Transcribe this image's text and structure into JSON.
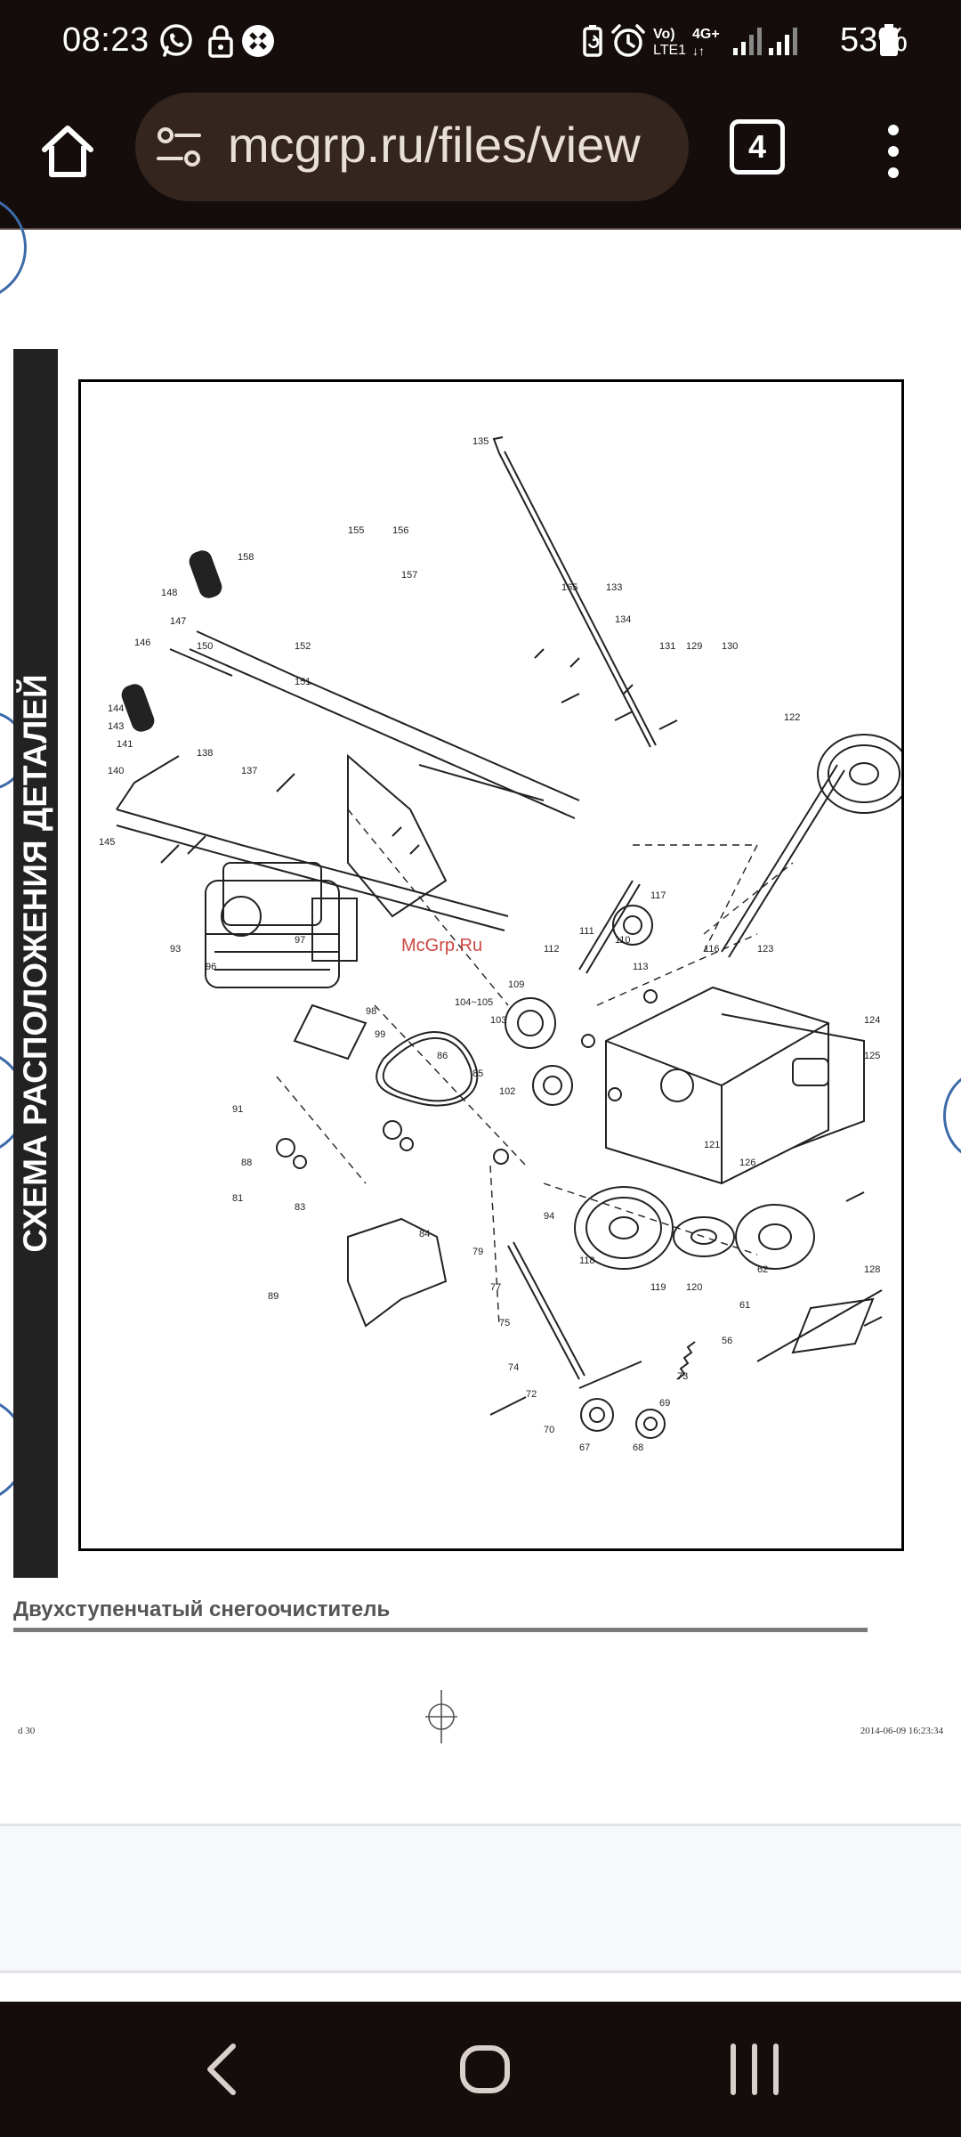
{
  "status_bar": {
    "time": "08:23",
    "network_label_top": "Vo)",
    "network_label_bottom": "LTE1",
    "network_type": "4G+",
    "battery": "53%",
    "left_icons": [
      "whatsapp-icon",
      "lock-icon",
      "app-icon"
    ],
    "right_icons": [
      "battery-saver-icon",
      "alarm-icon",
      "signal-icon",
      "signal-icon",
      "battery-icon"
    ]
  },
  "browser": {
    "url": "mcgrp.ru/files/view",
    "tab_count": "4",
    "icons": [
      "home-icon",
      "site-settings-icon",
      "tabs-icon",
      "more-vert-icon"
    ]
  },
  "document": {
    "side_title": "СХЕМА РАСПОЛОЖЕНИЯ ДЕТАЛЕЙ",
    "watermark": "McGrp.Ru",
    "footer_title": "Двухступенчатый снегоочиститель",
    "footer_left": "d 30",
    "footer_right": "2014-06-09 16:23:34"
  },
  "nav_bar": {
    "icons": [
      "back-icon",
      "home-circle-icon",
      "recents-icon"
    ]
  },
  "colors": {
    "system_bar": "#140d0b",
    "url_bar": "#34261f",
    "watermark": "#c8322c",
    "deco_circle": "#3d6aa8"
  }
}
